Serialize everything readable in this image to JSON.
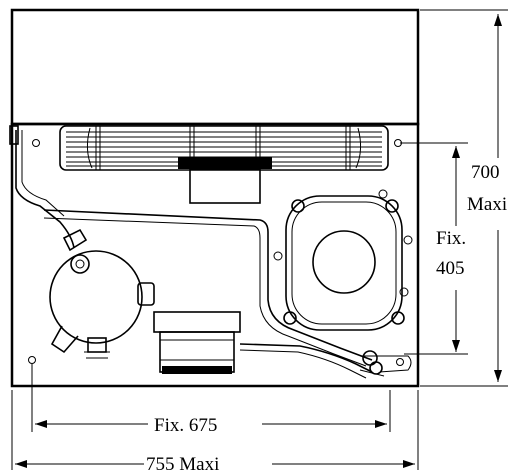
{
  "dimensions": {
    "height_max_value": "700",
    "height_max_suffix": "Maxi",
    "fix_height_prefix": "Fix.",
    "fix_height_value": "405",
    "fix_width": "Fix. 675",
    "max_width": "755 Maxi"
  }
}
